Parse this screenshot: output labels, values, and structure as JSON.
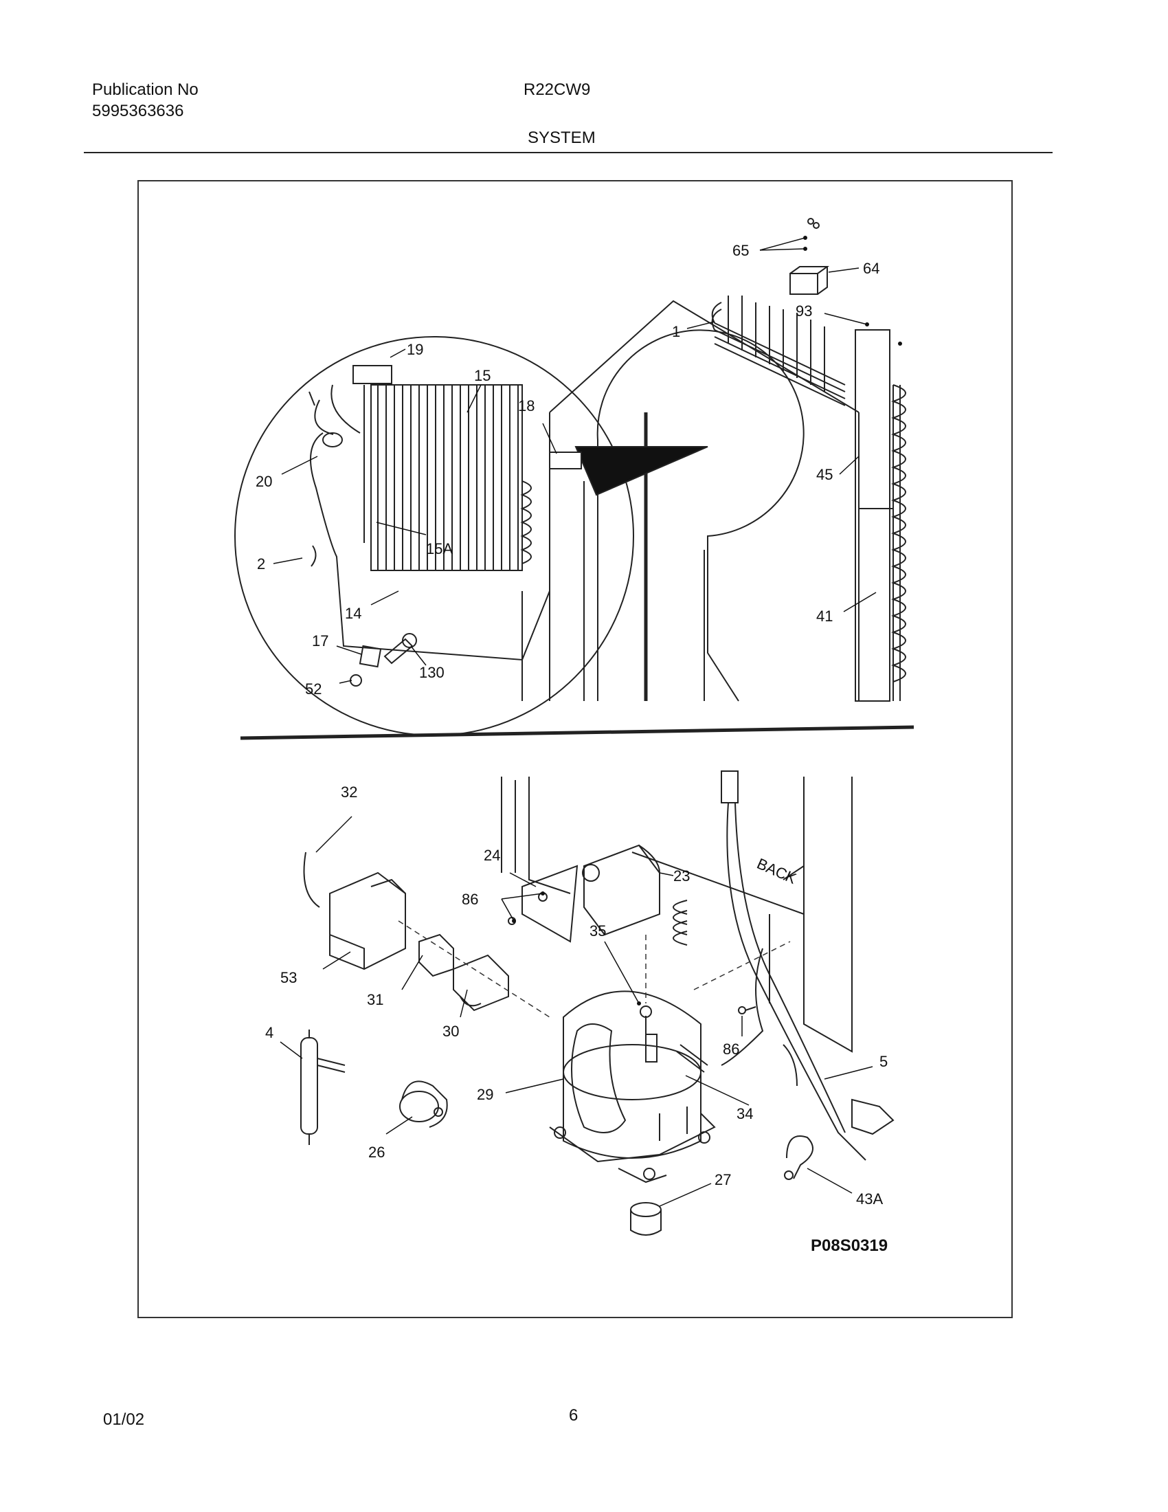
{
  "header": {
    "publication_label": "Publication No",
    "publication_number": "5995363636",
    "model": "R22CW9",
    "section": "SYSTEM"
  },
  "diagram": {
    "drawing_code": "P08S0319",
    "back_label": "BACK",
    "callouts": [
      "65",
      "64",
      "93",
      "1",
      "19",
      "15",
      "18",
      "20",
      "45",
      "15A",
      "2",
      "14",
      "41",
      "17",
      "130",
      "52",
      "32",
      "24",
      "23",
      "86",
      "35",
      "53",
      "31",
      "30",
      "4",
      "29",
      "34",
      "5",
      "26",
      "27",
      "43A"
    ]
  },
  "footer": {
    "date": "01/02",
    "page": "6"
  }
}
